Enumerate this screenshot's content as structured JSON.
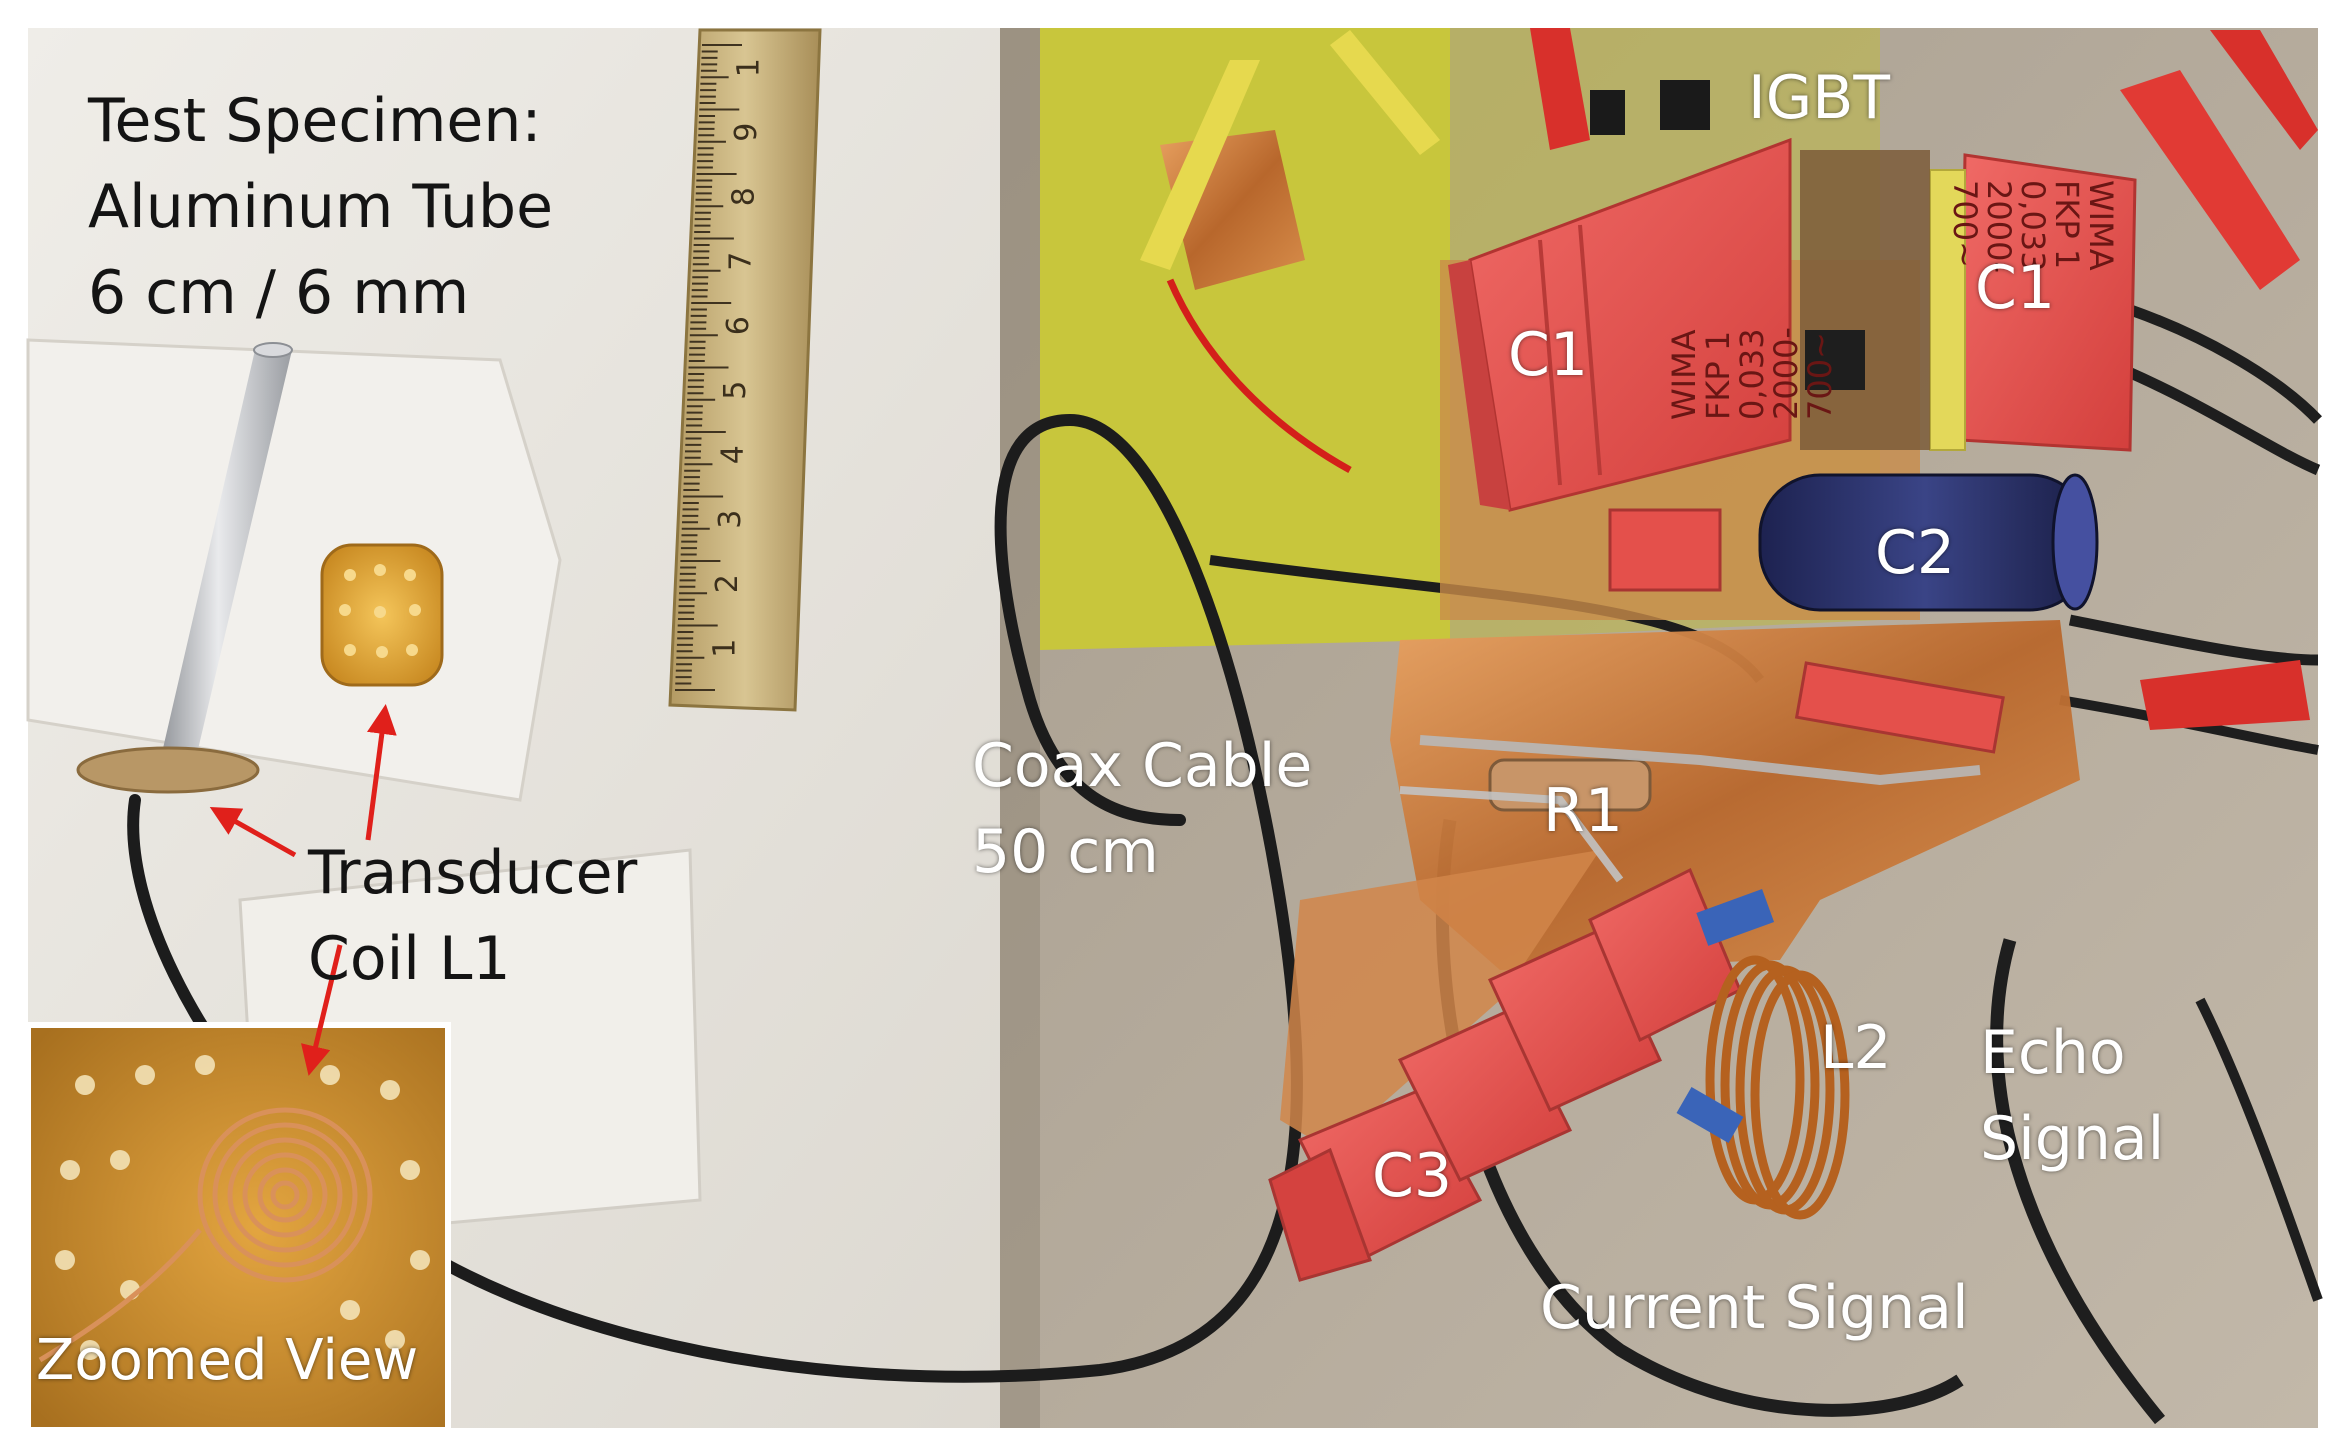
{
  "figure": {
    "test_specimen_lines": [
      "Test Specimen:",
      "Aluminum Tube",
      "6 cm / 6 mm"
    ],
    "ruler_numbers": [
      "1",
      "2",
      "3",
      "4",
      "5",
      "6",
      "7",
      "8",
      "9",
      "1"
    ],
    "transducer_lines": [
      "Transducer",
      "Coil L1"
    ],
    "zoomed_view": "Zoomed View",
    "coax_lines": [
      "Coax Cable",
      "50 cm"
    ],
    "igbt": "IGBT",
    "c1": "C1",
    "c2": "C2",
    "c3": "C3",
    "r1": "R1",
    "l2": "L2",
    "echo_lines": [
      "Echo",
      "Signal"
    ],
    "current_signal": "Current Signal",
    "capacitor_print_left": [
      "WIMA",
      "FKP 1",
      "0,033",
      "2000-",
      "700~"
    ],
    "capacitor_print_right": [
      "WIMA",
      "FKP 1",
      "0,033",
      "2000-",
      "700~"
    ]
  },
  "colors": {
    "foam": "#ebe9e4",
    "table": "#b6ac9c",
    "board": "#c7c63c",
    "capacitor": "#e5504e",
    "copper": "#c87a3b",
    "arrow": "#e0201b",
    "cable": "#1c1c1c"
  }
}
